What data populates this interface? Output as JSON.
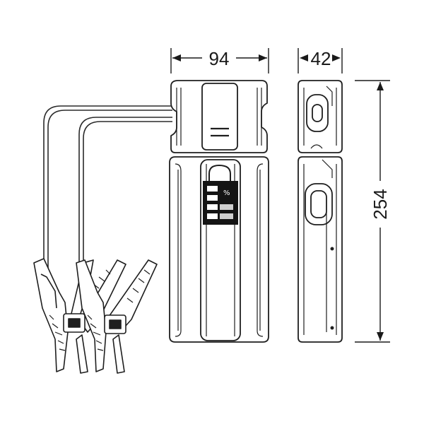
{
  "dimensions": {
    "width": "94",
    "depth": "42",
    "height": "254"
  },
  "display": {
    "percent_symbol": "%"
  }
}
